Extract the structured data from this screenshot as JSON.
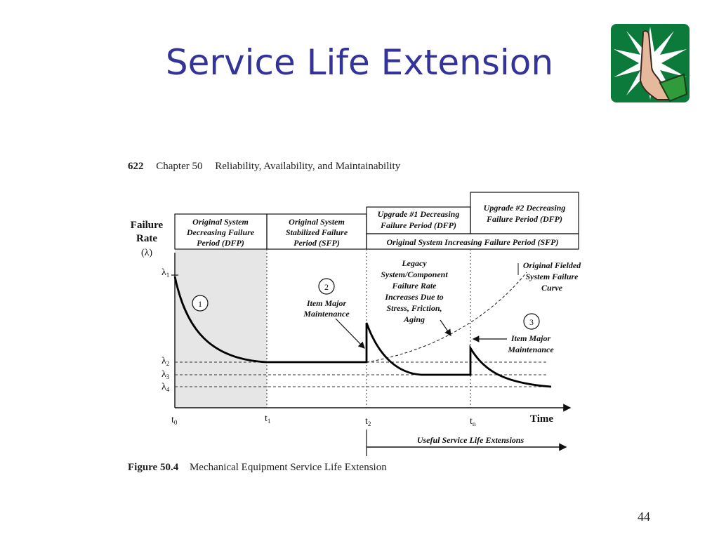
{
  "slide": {
    "title": "Service Life Extension",
    "page_number": "44"
  },
  "figure": {
    "header_page": "622",
    "header_chapter": "Chapter 50",
    "header_section": "Reliability, Availability, and Maintainability",
    "caption_number": "Figure 50.4",
    "caption_text": "Mechanical Equipment Service Life Extension",
    "y_axis_label_1": "Failure",
    "y_axis_label_2": "Rate",
    "y_axis_label_3": "(λ)",
    "x_axis_label": "Time",
    "period_boxes": {
      "orig_dfp_1": "Original System",
      "orig_dfp_2": "Decreasing Failure",
      "orig_dfp_3": "Period (DFP)",
      "orig_sfp_1": "Original System",
      "orig_sfp_2": "Stabilized Failure",
      "orig_sfp_3": "Period (SFP)",
      "up1_1": "Upgrade #1 Decreasing",
      "up1_2": "Failure Period (DFP)",
      "up2_1": "Upgrade #2 Decreasing",
      "up2_2": "Failure Period (DFP)",
      "orig_ifp": "Original System Increasing Failure Period (SFP)"
    },
    "y_ticks": {
      "l1": "λ",
      "l1_sub": "1",
      "l2": "λ",
      "l2_sub": "2",
      "l3": "λ",
      "l3_sub": "3",
      "l4": "λ",
      "l4_sub": "4"
    },
    "x_ticks": {
      "t0": "t",
      "t0_sub": "0",
      "t1": "t",
      "t1_sub": "1",
      "t2": "t",
      "t2_sub": "2",
      "tn": "t",
      "tn_sub": "n"
    },
    "markers": {
      "m1": "1",
      "m2": "2",
      "m3": "3"
    },
    "annotations": {
      "item_major_1a": "Item Major",
      "item_major_1b": "Maintenance",
      "legacy_1": "Legacy",
      "legacy_2": "System/Component",
      "legacy_3": "Failure Rate",
      "legacy_4": "Increases Due to",
      "legacy_5": "Stress, Friction,",
      "legacy_6": "Aging",
      "fielded_1": "Original Fielded",
      "fielded_2": "System Failure",
      "fielded_3": "Curve",
      "item_major_2a": "Item Major",
      "item_major_2b": "Maintenance",
      "useful_life": "Useful Service Life Extensions"
    }
  }
}
